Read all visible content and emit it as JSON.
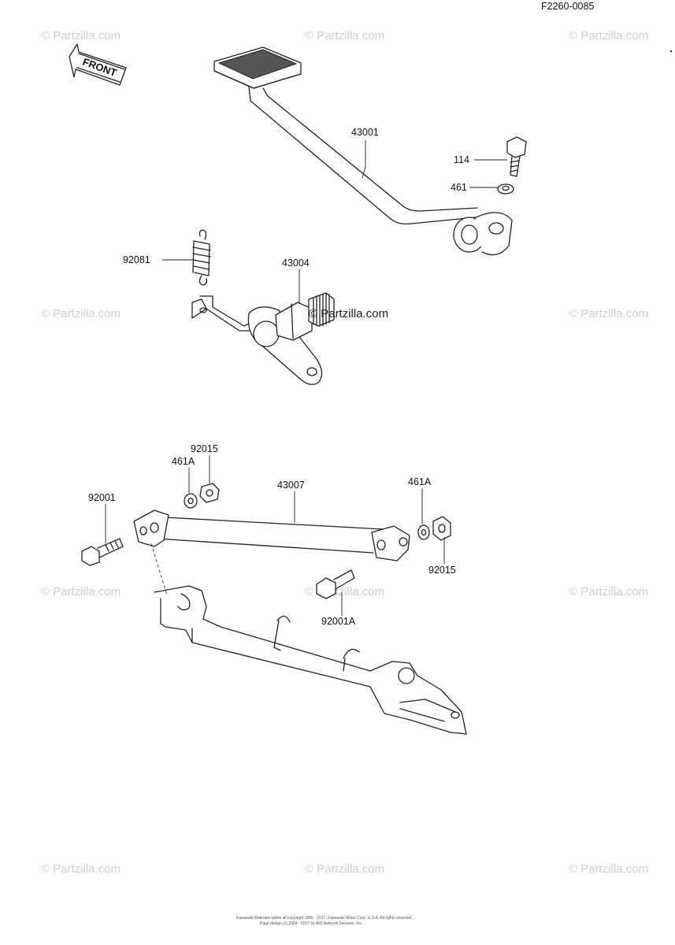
{
  "diagram_code": "F2260-0085",
  "front_label": "FRONT",
  "watermark_text": "© Partzilla.com",
  "center_watermark": "© Partzilla.com",
  "part_labels": {
    "p43001": "43001",
    "p114": "114",
    "p461": "461",
    "p92081": "92081",
    "p43004": "43004",
    "p92015_top": "92015",
    "p461A_left": "461A",
    "p43007": "43007",
    "p461A_right": "461A",
    "p92001": "92001",
    "p92015_right": "92015",
    "p92001A": "92001A"
  },
  "footer": {
    "line1": "Kawasaki Materials within all copyright 1986 - 2017, Kawasaki Motor Corp. U.S.A. All rights reserved.",
    "line2": "Page design (c) 2004 - 2017 by ARI Network Services, Inc."
  }
}
